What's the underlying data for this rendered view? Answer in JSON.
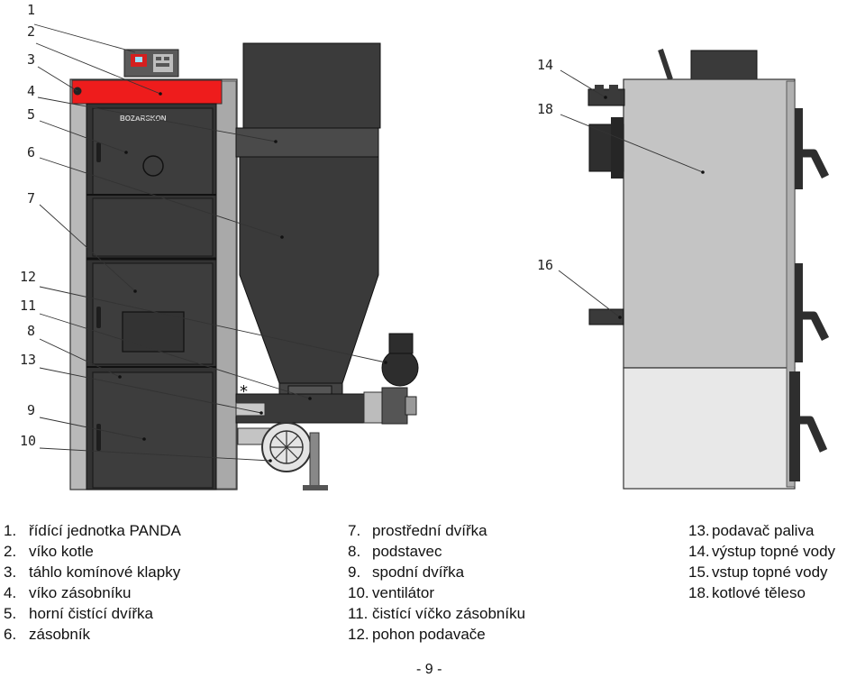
{
  "callouts": [
    "1",
    "2",
    "3",
    "4",
    "5",
    "6",
    "7",
    "12",
    "11",
    "8",
    "13",
    "9",
    "10",
    "14",
    "18",
    "16"
  ],
  "boiler_brand": "BOZARSKON",
  "legend": {
    "col1": [
      {
        "n": "1.",
        "t": "řídící jednotka PANDA"
      },
      {
        "n": "2.",
        "t": "víko kotle"
      },
      {
        "n": "3.",
        "t": "táhlo komínové klapky"
      },
      {
        "n": "4.",
        "t": "víko zásobníku"
      },
      {
        "n": "5.",
        "t": "horní čistící dvířka"
      },
      {
        "n": "6.",
        "t": "zásobník"
      }
    ],
    "col2": [
      {
        "n": "7.",
        "t": "prostřední dvířka"
      },
      {
        "n": "8.",
        "t": "podstavec"
      },
      {
        "n": "9.",
        "t": "spodní dvířka"
      },
      {
        "n": "10.",
        "t": "ventilátor"
      },
      {
        "n": "11.",
        "t": "čistící víčko zásobníku"
      },
      {
        "n": "12.",
        "t": "pohon podavače"
      }
    ],
    "col3": [
      {
        "n": "13.",
        "t": "podavač paliva"
      },
      {
        "n": "14.",
        "t": "výstup topné vody"
      },
      {
        "n": "15.",
        "t": "vstup topné vody"
      },
      {
        "n": "18.",
        "t": "kotlové těleso"
      }
    ]
  },
  "page_number": "- 9 -",
  "colors": {
    "dark": "#383838",
    "frame": "#b9b9b9",
    "red": "#ee1c1c",
    "side_upper": "#c4c4c4",
    "side_lower": "#e8e8e8"
  }
}
